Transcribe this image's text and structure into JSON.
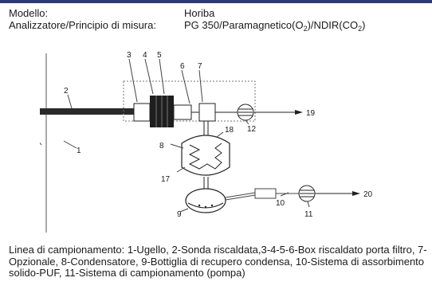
{
  "header": {
    "label_model": "Modello:",
    "value_model": "Horiba",
    "label_analyzer": "Analizzatore/Principio di misura:",
    "value_analyzer_a": "PG 350/Paramagnetico(O",
    "value_analyzer_sub1": "2",
    "value_analyzer_b": ")/NDIR(CO",
    "value_analyzer_sub2": "2",
    "value_analyzer_c": ")"
  },
  "diagram": {
    "labels": [
      "1",
      "2",
      "3",
      "4",
      "5",
      "6",
      "7",
      "8",
      "9",
      "10",
      "11",
      "12",
      "17",
      "18",
      "19",
      "20"
    ]
  },
  "caption": {
    "text": "Linea di campionamento: 1-Ugello, 2-Sonda riscaldata,3-4-5-6-Box riscaldato porta filtro, 7-Opzionale, 8-Condensatore, 9-Bottiglia di recupero condensa, 10-Sistema di assorbimento solido-PUF, 11-Sistema di campionamento (pompa)"
  },
  "colors": {
    "rule": "#2b3a78",
    "ink": "#1a1a1a"
  }
}
